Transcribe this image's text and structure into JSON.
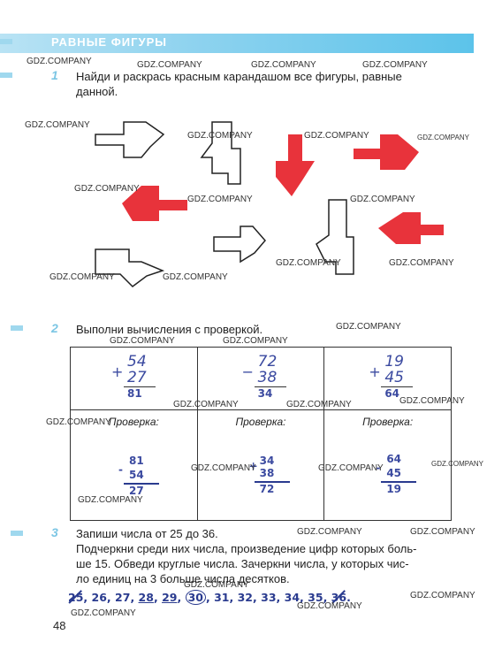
{
  "header": {
    "title": "РАВНЫЕ ФИГУРЫ"
  },
  "task1": {
    "number": "1",
    "text_line1": "Найди и раскрась красным карандашом все фигуры, равные",
    "text_line2": "данной."
  },
  "task2": {
    "number": "2",
    "text": "Выполни вычисления с проверкой.",
    "problems": [
      {
        "top": "54",
        "bottom": "27",
        "op": "+",
        "result": "81"
      },
      {
        "top": "72",
        "bottom": "38",
        "op": "−",
        "result": "34"
      },
      {
        "top": "19",
        "bottom": "45",
        "op": "+",
        "result": "64"
      }
    ],
    "check_label": "Проверка:",
    "checks": [
      {
        "top": "81",
        "bottom": "54",
        "op": "-",
        "result": "27"
      },
      {
        "top": "34",
        "bottom": "38",
        "op": "+",
        "result": "72"
      },
      {
        "top": "64",
        "bottom": "45",
        "op": "-",
        "result": "19"
      }
    ]
  },
  "task3": {
    "number": "3",
    "line1": "Запиши числа от 25 до 36.",
    "line2": "Подчеркни среди них числа, произведение цифр которых боль-",
    "line3": "ше 15. Обведи круглые числа. Зачеркни числа, у которых чис-",
    "line4": "ло единиц на 3 больше числа десятков.",
    "answer_numbers": [
      "25",
      "26",
      "27",
      "28",
      "29",
      "30",
      "31",
      "32",
      "33",
      "34",
      "35",
      "36"
    ]
  },
  "page_number": "48",
  "watermark": "GDZ.COMPANY",
  "colors": {
    "red_fill": "#e8333b",
    "header_blue": "#5cc3ea",
    "ink_blue": "#2a3b8f"
  }
}
